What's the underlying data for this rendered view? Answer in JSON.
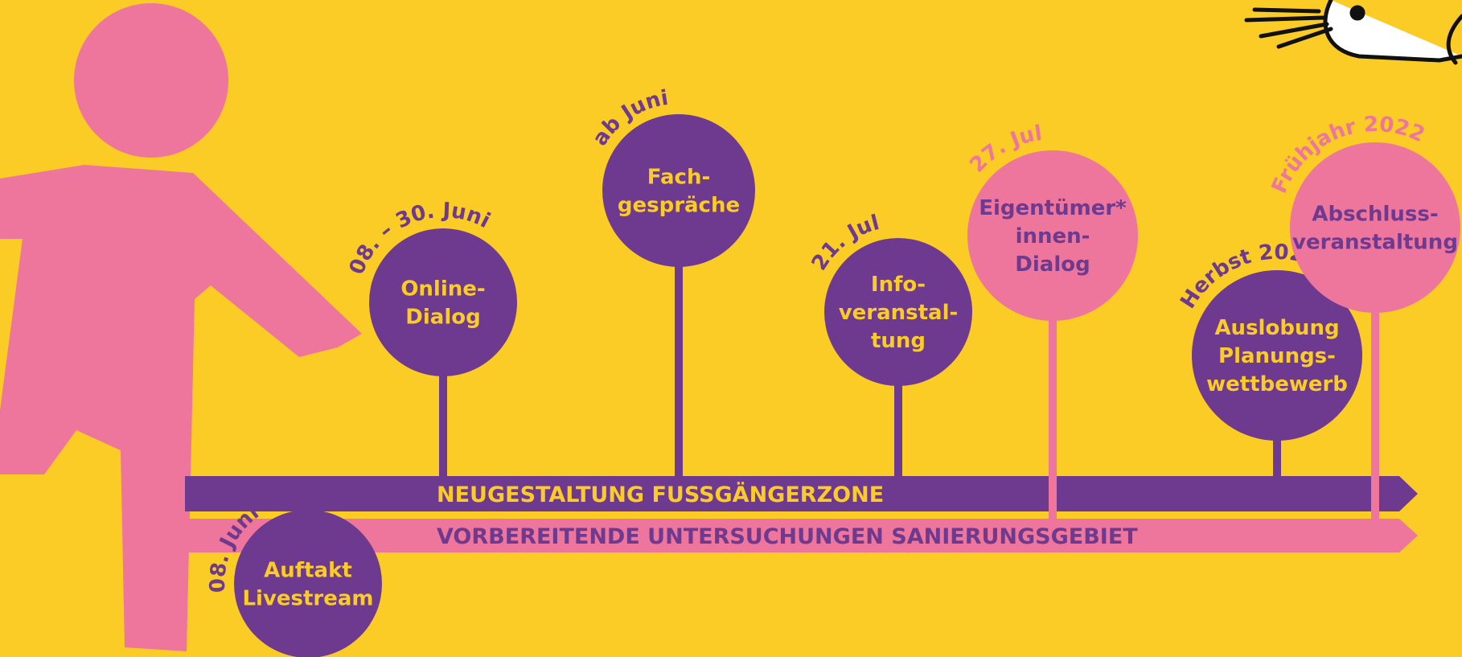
{
  "colors": {
    "background": "#FBCB26",
    "purple": "#6E3A8F",
    "pink": "#EE759C",
    "yellow_text": "#FBCB26"
  },
  "tracks": {
    "upper": {
      "label": "NEUGESTALTUNG FUSSGÄNGERZONE"
    },
    "lower": {
      "label": "VORBEREITENDE UNTERSUCHUNGEN SANIERUNGSGEBIET"
    }
  },
  "milestones": [
    {
      "id": "online-dialog",
      "date": "08. – 30. Juni",
      "lines": [
        "Online-",
        "Dialog"
      ]
    },
    {
      "id": "fachgespraeche",
      "date": "ab Juni",
      "lines": [
        "Fach-",
        "gespräche"
      ]
    },
    {
      "id": "infoveranstaltung",
      "date": "21. Juli",
      "lines": [
        "Info-",
        "veranstal-",
        "tung"
      ]
    },
    {
      "id": "eigentuemer-dialog",
      "date": "27. Juli",
      "lines": [
        "Eigentümer*",
        "innen-",
        "Dialog"
      ]
    },
    {
      "id": "auslobung",
      "date": "Herbst 2021",
      "lines": [
        "Auslobung",
        "Planungs-",
        "wettbewerb"
      ]
    },
    {
      "id": "abschluss",
      "date": "Frühjahr 2022",
      "lines": [
        "Abschluss-",
        "veranstaltung"
      ]
    },
    {
      "id": "auftakt",
      "date": "08. Juni",
      "lines": [
        "Auftakt",
        "Livestream"
      ]
    }
  ]
}
